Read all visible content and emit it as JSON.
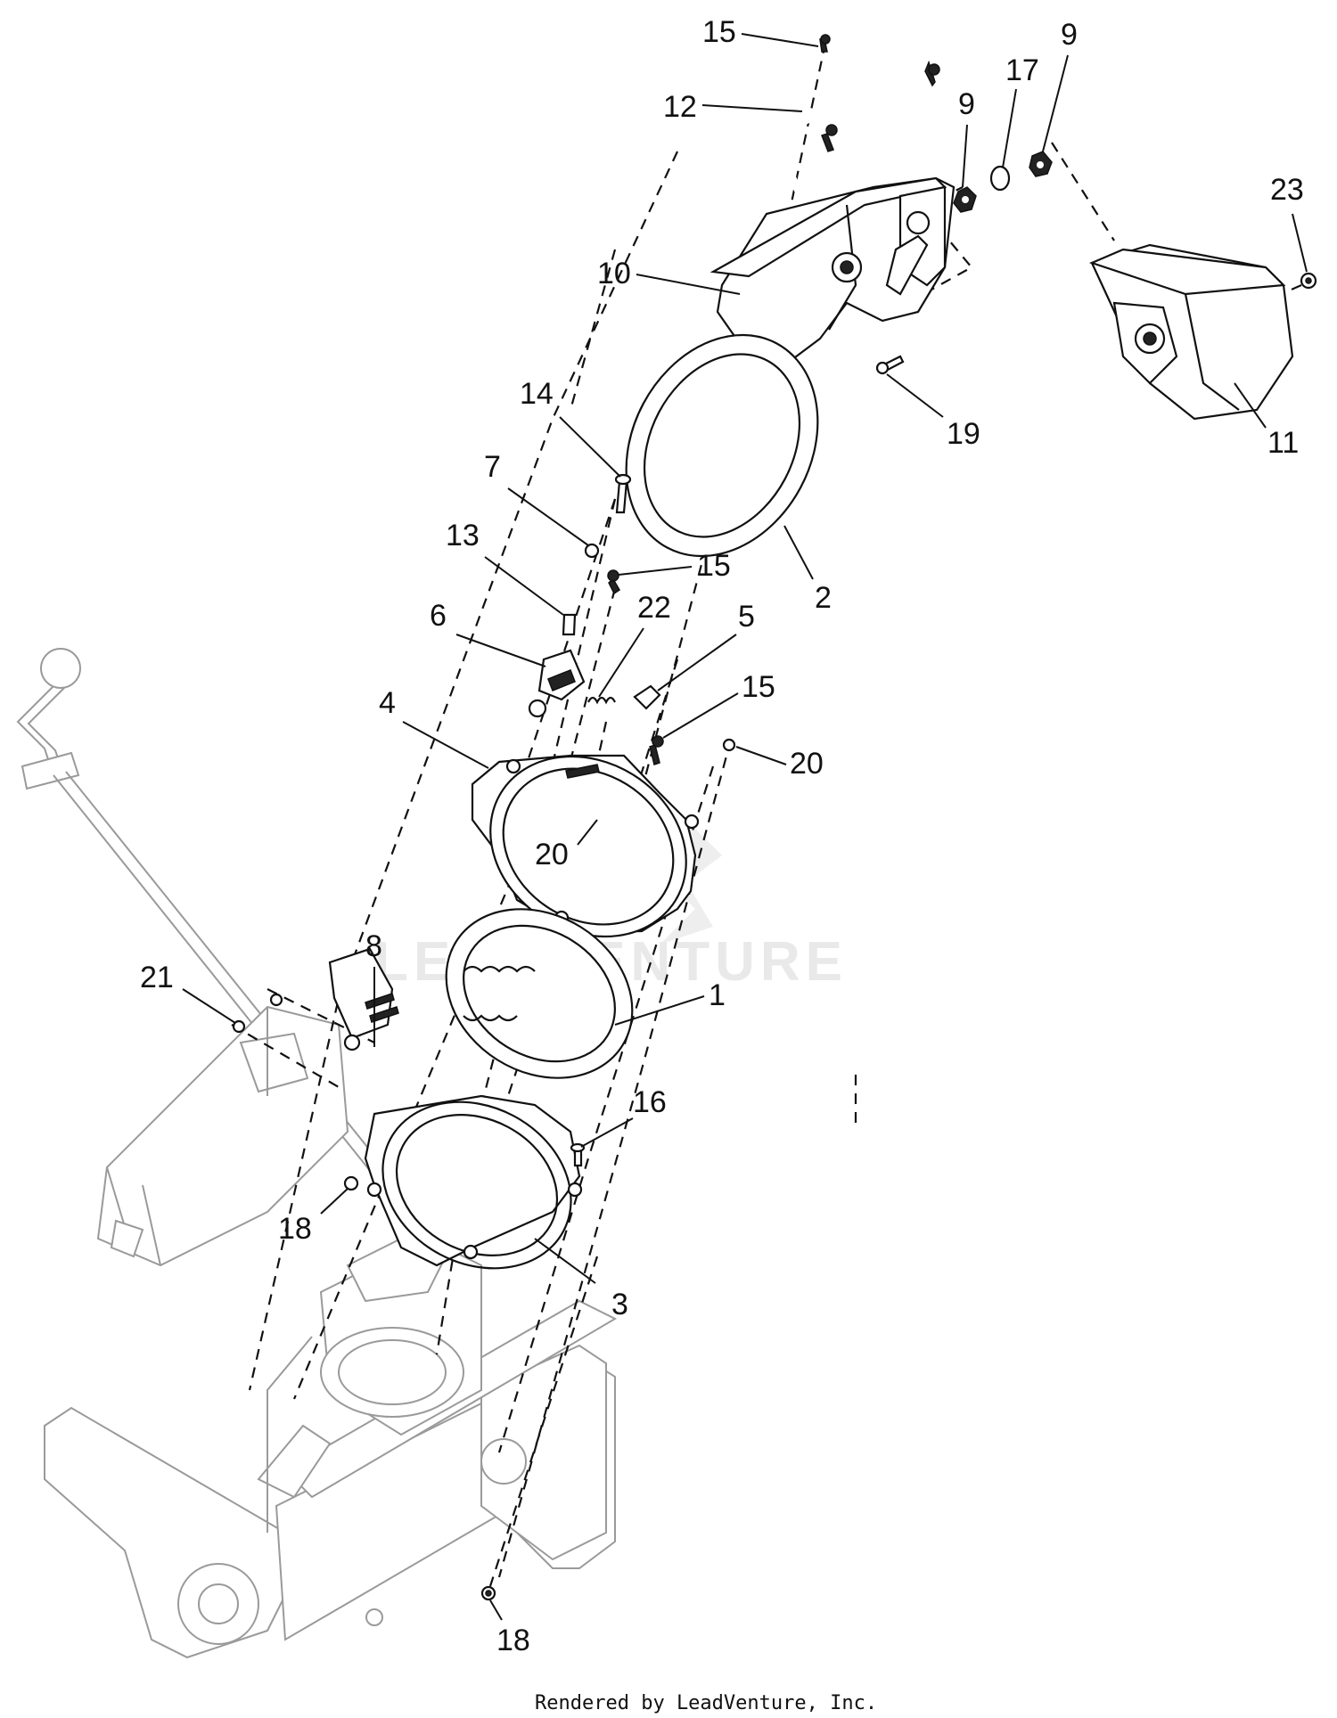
{
  "watermark": {
    "text": "LEADVENTURE"
  },
  "footer": {
    "credit": "Rendered by LeadVenture, Inc."
  },
  "callouts": [
    {
      "id": "c15a",
      "text": "15"
    },
    {
      "id": "c12",
      "text": "12"
    },
    {
      "id": "c9a",
      "text": "9"
    },
    {
      "id": "c17",
      "text": "17"
    },
    {
      "id": "c9b",
      "text": "9"
    },
    {
      "id": "c23",
      "text": "23"
    },
    {
      "id": "c10",
      "text": "10"
    },
    {
      "id": "c19",
      "text": "19"
    },
    {
      "id": "c11",
      "text": "11"
    },
    {
      "id": "c14",
      "text": "14"
    },
    {
      "id": "c7",
      "text": "7"
    },
    {
      "id": "c13",
      "text": "13"
    },
    {
      "id": "c15b",
      "text": "15"
    },
    {
      "id": "c2",
      "text": "2"
    },
    {
      "id": "c6",
      "text": "6"
    },
    {
      "id": "c22",
      "text": "22"
    },
    {
      "id": "c5",
      "text": "5"
    },
    {
      "id": "c15c",
      "text": "15"
    },
    {
      "id": "c4",
      "text": "4"
    },
    {
      "id": "c20a",
      "text": "20"
    },
    {
      "id": "c20b",
      "text": "20"
    },
    {
      "id": "c8",
      "text": "8"
    },
    {
      "id": "c21",
      "text": "21"
    },
    {
      "id": "c1",
      "text": "1"
    },
    {
      "id": "c16",
      "text": "16"
    },
    {
      "id": "c18a",
      "text": "18"
    },
    {
      "id": "c3",
      "text": "3"
    },
    {
      "id": "c18b",
      "text": "18"
    }
  ]
}
